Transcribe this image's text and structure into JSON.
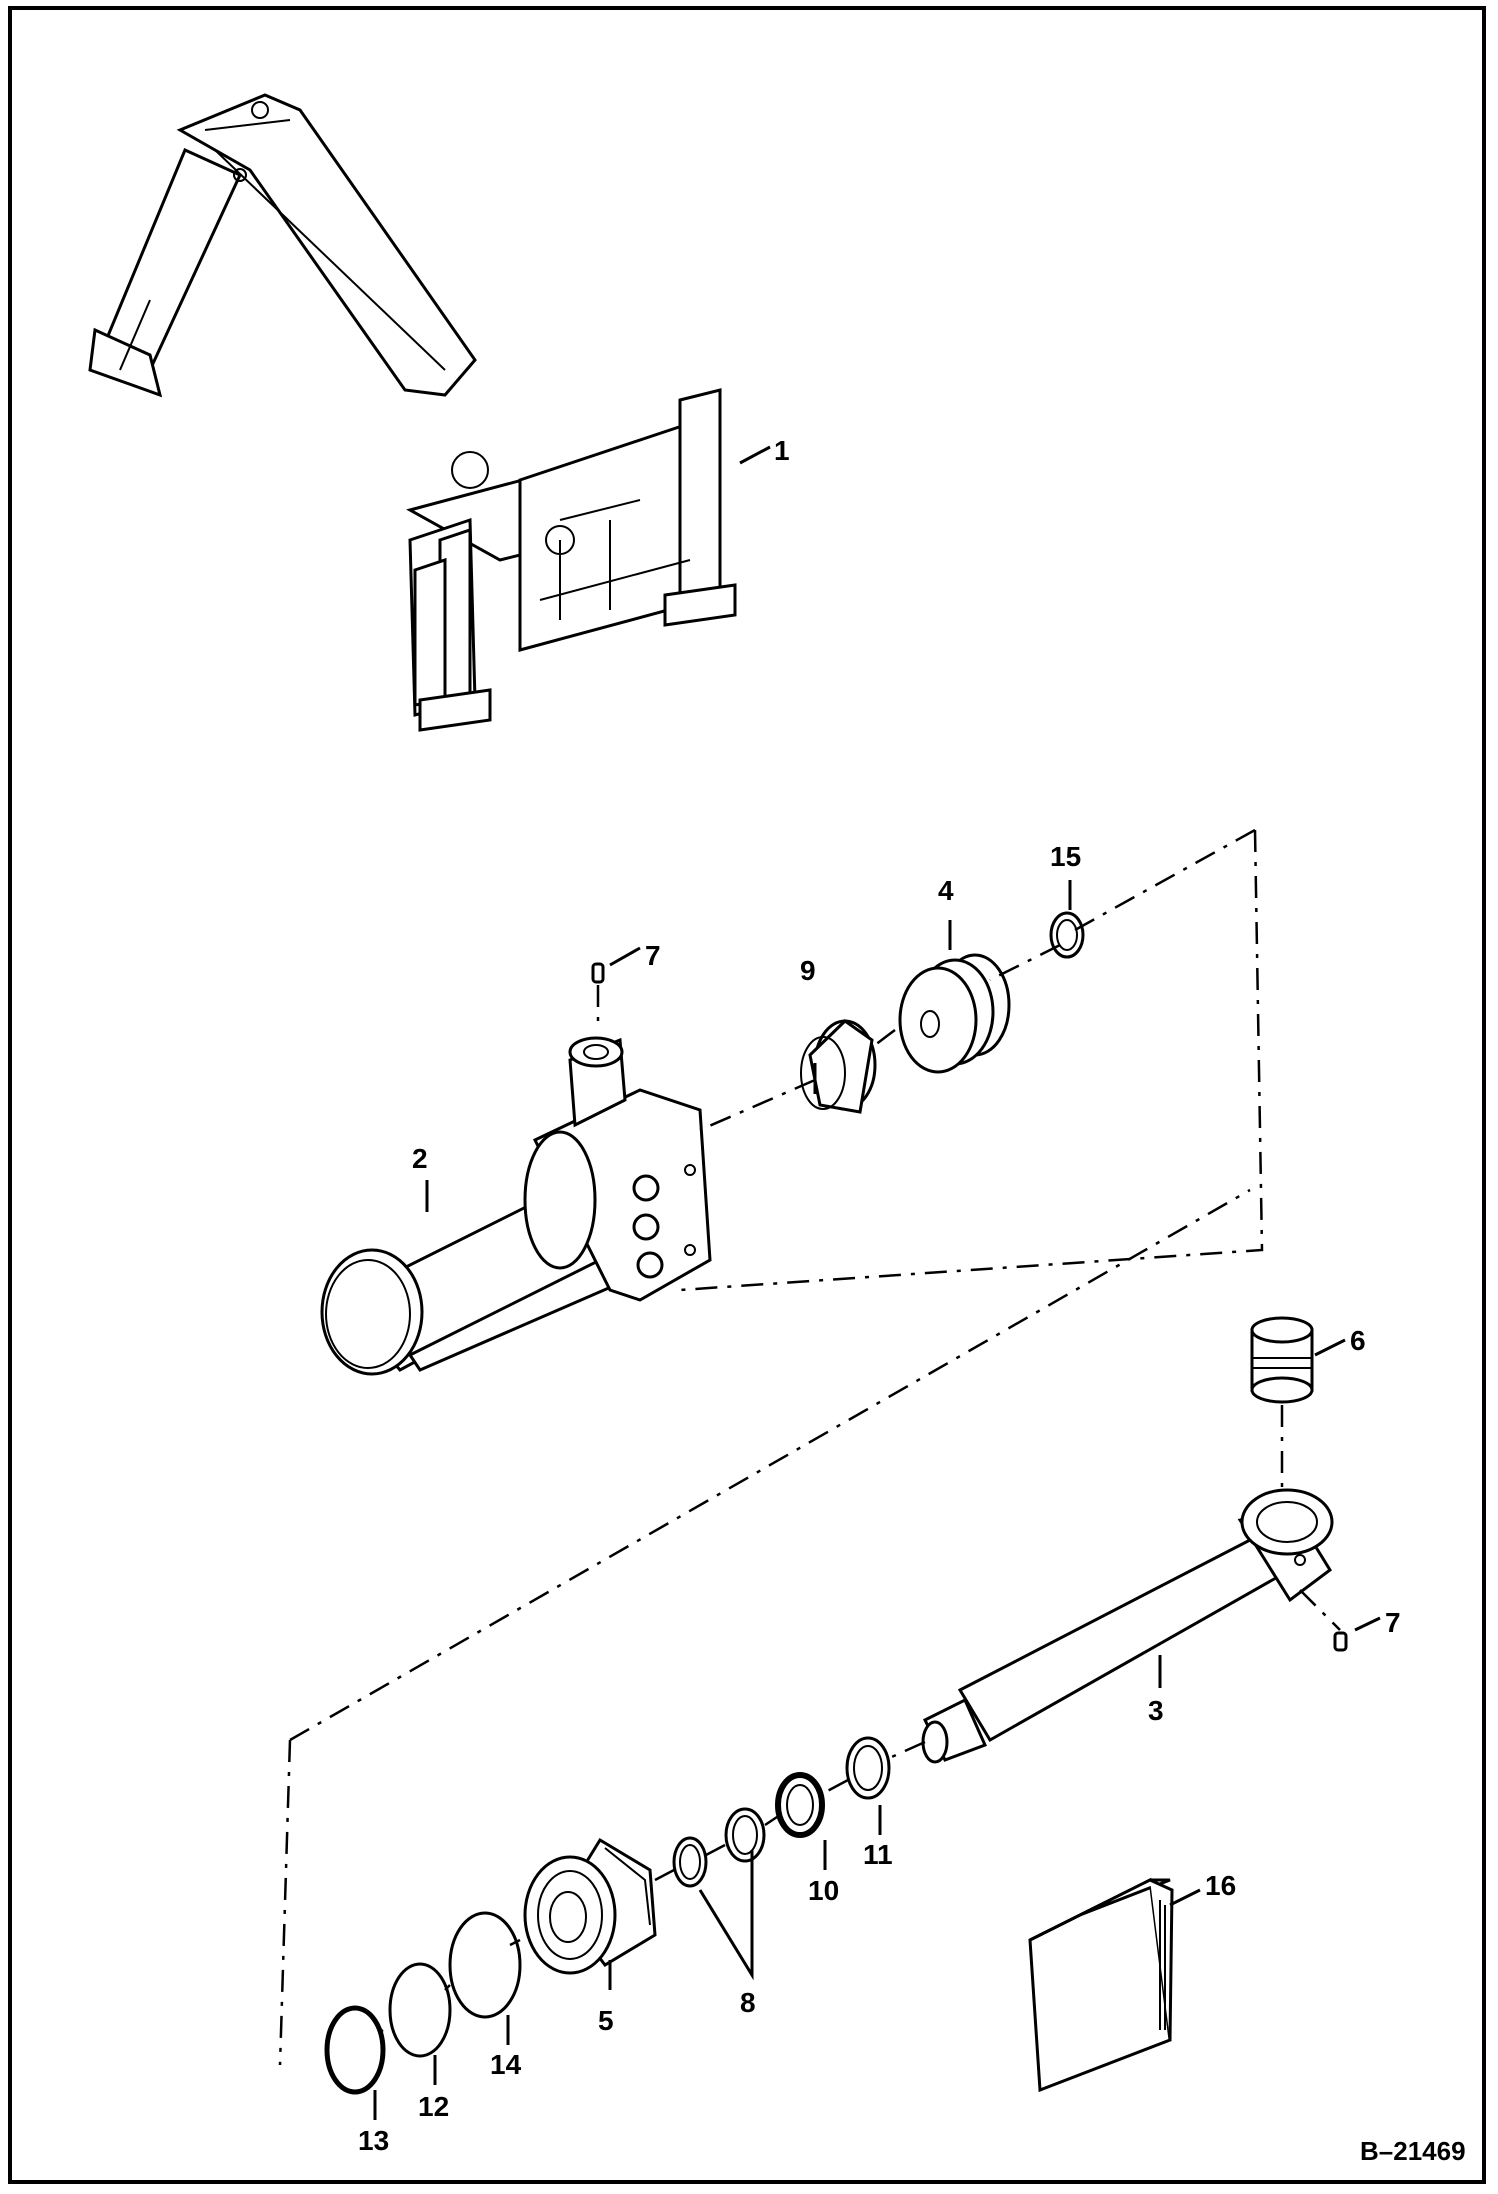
{
  "figure_number": "B–21469",
  "callouts": {
    "c1": "1",
    "c2": "2",
    "c3": "3",
    "c4": "4",
    "c5": "5",
    "c6": "6",
    "c7a": "7",
    "c7b": "7",
    "c8": "8",
    "c9": "9",
    "c10": "10",
    "c11": "11",
    "c12": "12",
    "c13": "13",
    "c14": "14",
    "c15": "15",
    "c16": "16"
  }
}
